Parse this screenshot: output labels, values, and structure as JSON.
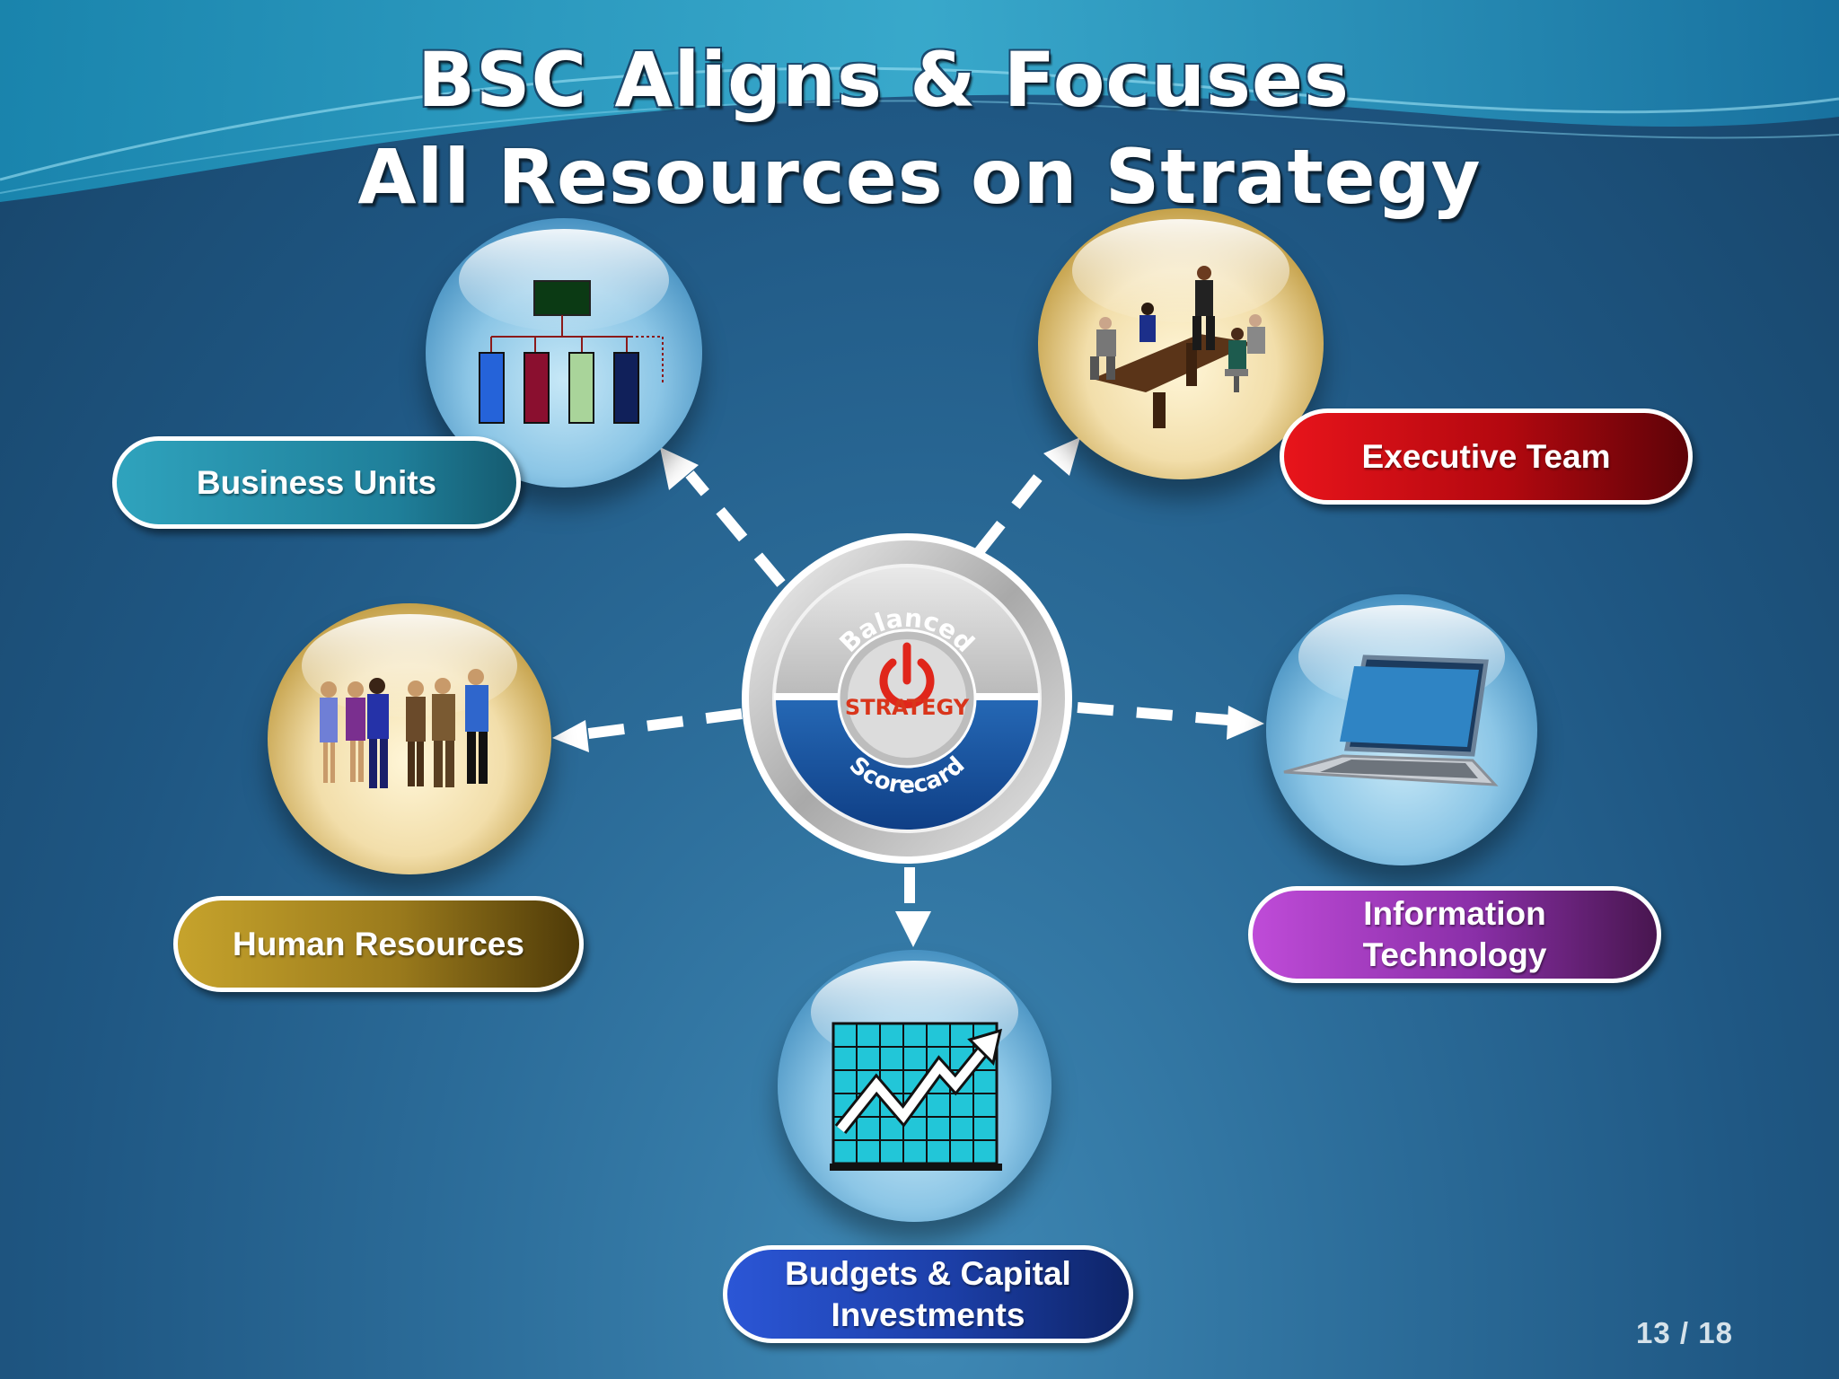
{
  "slide": {
    "title_line1": "BSC Aligns & Focuses",
    "title_line2": "All Resources on Strategy",
    "page_number": "13 / 18"
  },
  "hub": {
    "top_text": "Balanced",
    "center_text": "STRATEGY",
    "bottom_text": "Scorecard",
    "icon": "power-icon"
  },
  "nodes": {
    "business_units": {
      "label": "Business Units",
      "icon": "org-chart-icon"
    },
    "executive_team": {
      "label": "Executive Team",
      "icon": "meeting-icon"
    },
    "human_resources": {
      "label": "Human Resources",
      "icon": "people-group-icon"
    },
    "information_technology": {
      "line1": "Information",
      "line2": "Technology",
      "icon": "laptop-icon"
    },
    "budgets_capital": {
      "line1": "Budgets & Capital",
      "line2": "Investments",
      "icon": "growth-chart-icon"
    }
  },
  "colors": {
    "business_units": "#1f7f9a",
    "executive_team": "#c0080f",
    "human_resources": "#9a7a1c",
    "information_technology": "#8a2fa8",
    "budgets_capital": "#1c3fa8",
    "strategy_red": "#e0261b",
    "scorecard_blue": "#1b5aa6"
  }
}
